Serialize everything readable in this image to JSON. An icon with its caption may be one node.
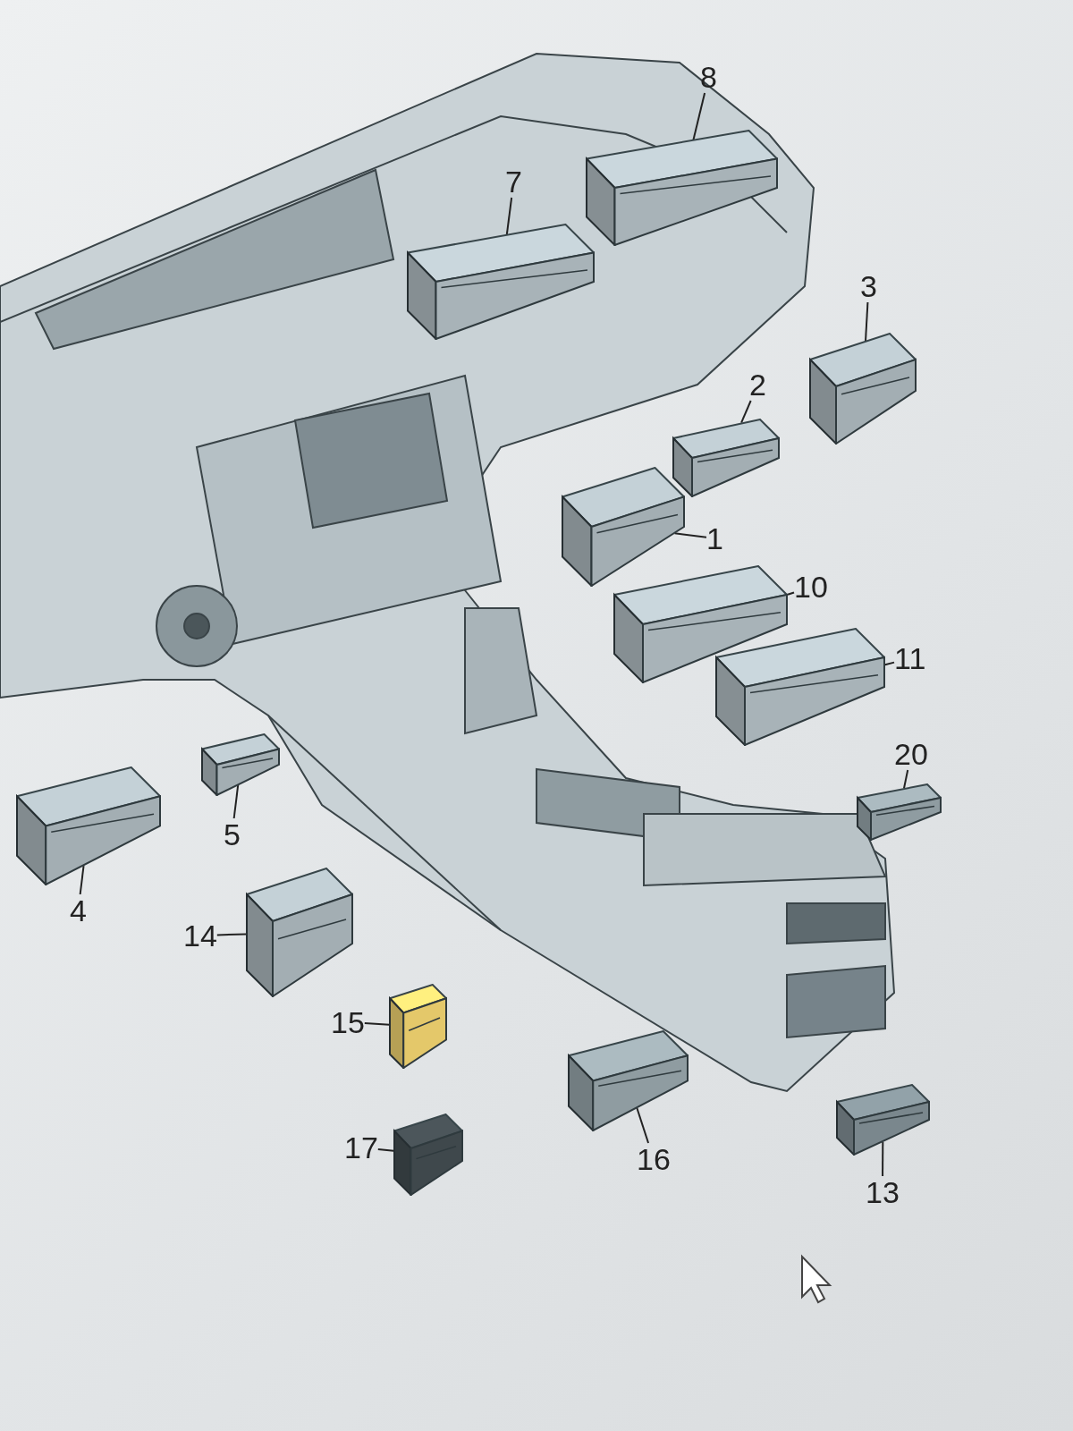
{
  "diagram": {
    "nodes": [
      {
        "text": [
          "8"
        ]
      },
      {
        "text": [],
        "shape": "picture"
      },
      {
        "text": [
          "7"
        ]
      },
      {
        "text": [],
        "shape": "picture"
      },
      {
        "text": [
          "3"
        ]
      },
      {
        "text": [],
        "shape": "picture"
      },
      {
        "text": [
          "2"
        ]
      },
      {
        "text": [],
        "shape": "picture"
      },
      {
        "text": [
          "1"
        ]
      },
      {
        "text": [],
        "shape": "picture"
      },
      {
        "text": [
          "10"
        ]
      },
      {
        "text": [],
        "shape": "picture"
      },
      {
        "text": [
          "11"
        ]
      },
      {
        "text": [],
        "shape": "picture"
      },
      {
        "text": [
          "20"
        ]
      },
      {
        "text": [],
        "shape": "picture"
      },
      {
        "text": [
          "5"
        ]
      },
      {
        "text": [],
        "shape": "picture"
      },
      {
        "text": [
          "4"
        ]
      },
      {
        "text": [],
        "shape": "picture"
      },
      {
        "text": [
          "14"
        ]
      },
      {
        "text": [],
        "shape": "picture"
      },
      {
        "text": [
          "15"
        ]
      },
      {
        "text": [],
        "shape": "picture"
      },
      {
        "text": [
          "17"
        ]
      },
      {
        "text": [],
        "shape": "picture"
      },
      {
        "text": [
          "16"
        ]
      },
      {
        "text": [],
        "shape": "picture"
      },
      {
        "text": [
          "13"
        ]
      },
      {
        "text": [],
        "shape": "picture"
      }
    ],
    "edges": [
      {
        "from": 0,
        "to": 1,
        "arrow": "none"
      },
      {
        "from": 2,
        "to": 3,
        "arrow": "none"
      },
      {
        "from": 4,
        "to": 5,
        "arrow": "none"
      },
      {
        "from": 6,
        "to": 7,
        "arrow": "none"
      },
      {
        "from": 8,
        "to": 9,
        "arrow": "none"
      },
      {
        "from": 10,
        "to": 11,
        "arrow": "none"
      },
      {
        "from": 12,
        "to": 13,
        "arrow": "none"
      },
      {
        "from": 14,
        "to": 15,
        "arrow": "none"
      },
      {
        "from": 16,
        "to": 17,
        "arrow": "none"
      },
      {
        "from": 18,
        "to": 19,
        "arrow": "none"
      },
      {
        "from": 20,
        "to": 21,
        "arrow": "none"
      },
      {
        "from": 22,
        "to": 23,
        "arrow": "none"
      },
      {
        "from": 24,
        "to": 25,
        "arrow": "none"
      },
      {
        "from": 26,
        "to": 27,
        "arrow": "none"
      },
      {
        "from": 28,
        "to": 29,
        "arrow": "none"
      }
    ]
  }
}
